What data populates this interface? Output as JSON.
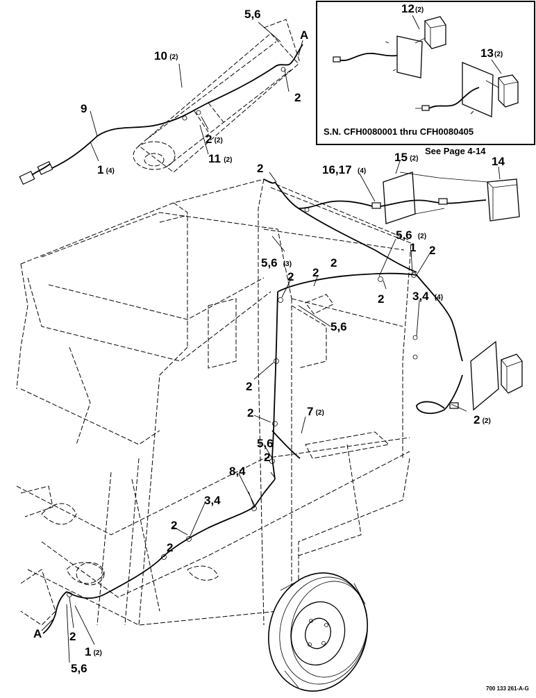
{
  "inset": {
    "serial_note": "S.N. CFH0080001 thru CFH0080405",
    "see_page": "See Page 4-14",
    "callout_12": "12",
    "callout_12_qty": "(2)",
    "callout_13": "13",
    "callout_13_qty": "(2)"
  },
  "callouts": [
    {
      "id": "c56_top",
      "label": "5,6",
      "qty": ""
    },
    {
      "id": "cA_top",
      "label": "A",
      "qty": ""
    },
    {
      "id": "c10",
      "label": "10",
      "qty": "(2)"
    },
    {
      "id": "c9",
      "label": "9",
      "qty": ""
    },
    {
      "id": "c2_arm",
      "label": "2",
      "qty": ""
    },
    {
      "id": "c2_arm2",
      "label": "2",
      "qty": "(2)"
    },
    {
      "id": "c11",
      "label": "11",
      "qty": "(2)"
    },
    {
      "id": "c1_top",
      "label": "1",
      "qty": "(4)"
    },
    {
      "id": "c2_upper",
      "label": "2",
      "qty": ""
    },
    {
      "id": "c1617",
      "label": "16,17",
      "qty": "(4)"
    },
    {
      "id": "c15",
      "label": "15",
      "qty": "(2)"
    },
    {
      "id": "c14",
      "label": "14",
      "qty": ""
    },
    {
      "id": "c56_frame",
      "label": "5,6",
      "qty": "(3)"
    },
    {
      "id": "c56_right",
      "label": "5,6",
      "qty": "(2)"
    },
    {
      "id": "c1_right",
      "label": "1",
      "qty": ""
    },
    {
      "id": "c2_right",
      "label": "2",
      "qty": ""
    },
    {
      "id": "c2_mid1",
      "label": "2",
      "qty": ""
    },
    {
      "id": "c2_mid2",
      "label": "2",
      "qty": ""
    },
    {
      "id": "c2_mid3",
      "label": "2",
      "qty": ""
    },
    {
      "id": "c34_right",
      "label": "3,4",
      "qty": "(4)"
    },
    {
      "id": "c56_mid",
      "label": "5,6",
      "qty": ""
    },
    {
      "id": "c2_center",
      "label": "2",
      "qty": ""
    },
    {
      "id": "c2_lamp",
      "label": "2",
      "qty": "(2)"
    },
    {
      "id": "c7",
      "label": "7",
      "qty": "(2)"
    },
    {
      "id": "c2_low1",
      "label": "2",
      "qty": ""
    },
    {
      "id": "c56_low",
      "label": "5,6",
      "qty": ""
    },
    {
      "id": "c2_low2",
      "label": "2",
      "qty": ""
    },
    {
      "id": "c84",
      "label": "8,4",
      "qty": ""
    },
    {
      "id": "c2_low3",
      "label": "2",
      "qty": ""
    },
    {
      "id": "c34_low",
      "label": "3,4",
      "qty": ""
    },
    {
      "id": "c2_low4",
      "label": "2",
      "qty": ""
    },
    {
      "id": "c2_low5",
      "label": "2",
      "qty": ""
    },
    {
      "id": "cA_bottom",
      "label": "A",
      "qty": ""
    },
    {
      "id": "c2_bottom",
      "label": "2",
      "qty": ""
    },
    {
      "id": "c1_bottom",
      "label": "1",
      "qty": "(2)"
    },
    {
      "id": "c56_bottom",
      "label": "5,6",
      "qty": ""
    }
  ],
  "figure_number": "700 133 261-A-G"
}
